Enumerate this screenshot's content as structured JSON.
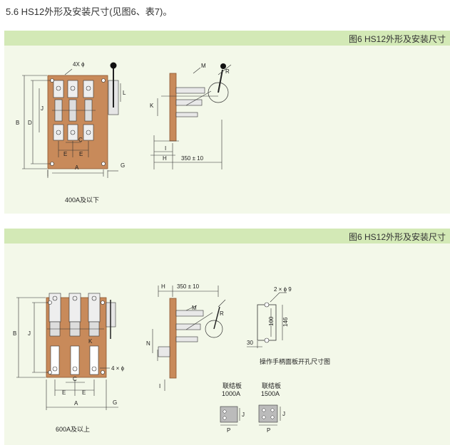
{
  "section_title": "5.6 HS12外形及安装尺寸(见图6、表7)。",
  "panel1": {
    "caption": "图6 HS12外形及安装尺寸",
    "rating_label": "400A及以下",
    "labels": {
      "holes": "4X ϕ",
      "B": "B",
      "D": "D",
      "J": "J",
      "L": "L",
      "C": "C",
      "E1": "E",
      "E2": "E",
      "A": "A",
      "G": "G",
      "M": "M",
      "R": "R",
      "K": "K",
      "I": "I",
      "H": "H",
      "depth": "350 ± 10"
    }
  },
  "panel2": {
    "caption": "图6 HS12外形及安装尺寸",
    "rating_label": "600A及以上",
    "labels": {
      "holes": "4 × ϕ",
      "B": "B",
      "J": "J",
      "K": "K",
      "C": "C",
      "E1": "E",
      "E2": "E",
      "A": "A",
      "G": "G",
      "H": "H",
      "M": "M",
      "R": "R",
      "N": "N",
      "I": "I",
      "depth": "350 ± 10"
    },
    "cutout": {
      "holes": "2 × ϕ 9",
      "dim_100": "100",
      "dim_146": "146",
      "dim_30": "30",
      "caption": "操作手柄面板开孔尺寸图"
    },
    "link_plate_1": {
      "title": "联结板",
      "rating": "1000A",
      "J": "J",
      "P": "P"
    },
    "link_plate_2": {
      "title": "联结板",
      "rating": "1500A",
      "J": "J",
      "P": "P"
    }
  },
  "colors": {
    "panel_background": "#f3f8e9",
    "panel_header": "#d3e9b6",
    "base_plate": "#c88a5a",
    "plate_outline": "#8a5530",
    "handle": "#111111",
    "link_plate": "#bbbbbb"
  }
}
